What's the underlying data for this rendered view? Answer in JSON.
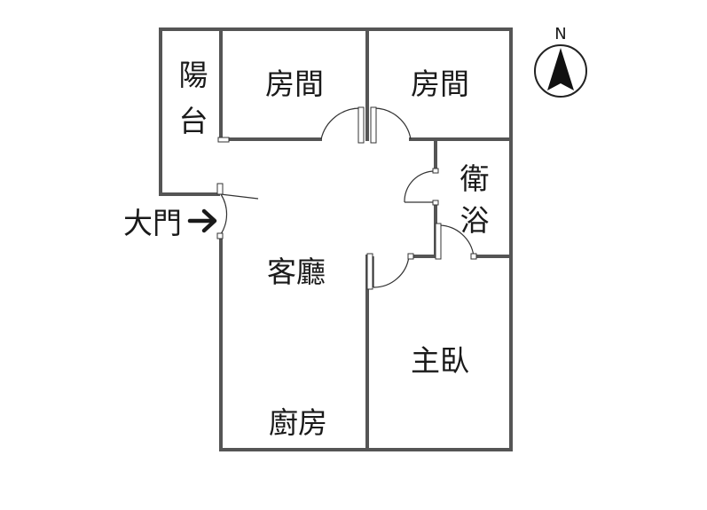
{
  "rooms": {
    "balcony_line1": "陽",
    "balcony_line2": "台",
    "bedroom_west": "房間",
    "bedroom_east": "房間",
    "bathroom_line1": "衛",
    "bathroom_line2": "浴",
    "living_room": "客廳",
    "master_bedroom": "主臥",
    "kitchen": "廚房"
  },
  "entrance": {
    "label": "大門"
  },
  "compass": {
    "label": "N"
  },
  "colors": {
    "wall": "#555555",
    "text": "#1a1a1a",
    "background": "#ffffff"
  },
  "icons": {
    "arrow": "right-arrow-icon",
    "compass": "north-arrow-icon"
  }
}
